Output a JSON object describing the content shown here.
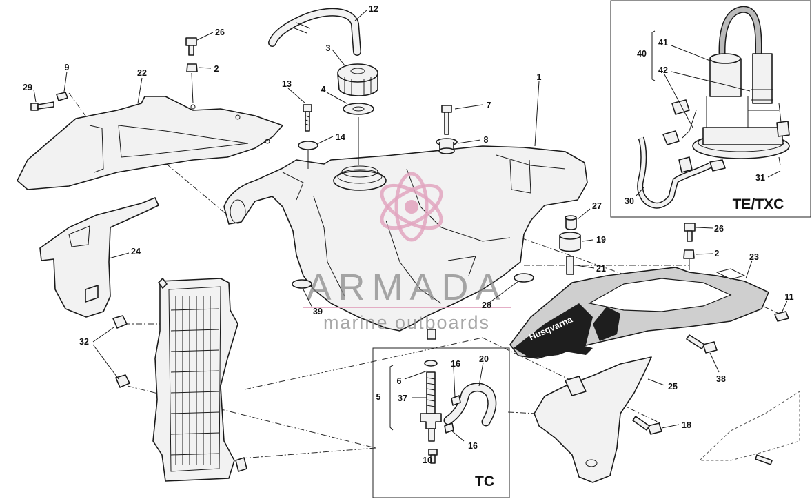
{
  "callouts": [
    {
      "id": "c12",
      "text": "12"
    },
    {
      "id": "c26a",
      "text": "26"
    },
    {
      "id": "c3",
      "text": "3"
    },
    {
      "id": "c9",
      "text": "9"
    },
    {
      "id": "c2a",
      "text": "2"
    },
    {
      "id": "c29",
      "text": "29"
    },
    {
      "id": "c22",
      "text": "22"
    },
    {
      "id": "c13",
      "text": "13"
    },
    {
      "id": "c4",
      "text": "4"
    },
    {
      "id": "c1",
      "text": "1"
    },
    {
      "id": "c7",
      "text": "7"
    },
    {
      "id": "c14",
      "text": "14"
    },
    {
      "id": "c8",
      "text": "8"
    },
    {
      "id": "c27",
      "text": "27"
    },
    {
      "id": "c19",
      "text": "19"
    },
    {
      "id": "c21",
      "text": "21"
    },
    {
      "id": "c24",
      "text": "24"
    },
    {
      "id": "c39",
      "text": "39"
    },
    {
      "id": "c28",
      "text": "28"
    },
    {
      "id": "c26b",
      "text": "26"
    },
    {
      "id": "c2b",
      "text": "2"
    },
    {
      "id": "c23",
      "text": "23"
    },
    {
      "id": "c11",
      "text": "11"
    },
    {
      "id": "c32",
      "text": "32"
    },
    {
      "id": "c38",
      "text": "38"
    },
    {
      "id": "c16a",
      "text": "16"
    },
    {
      "id": "c20",
      "text": "20"
    },
    {
      "id": "c6",
      "text": "6"
    },
    {
      "id": "c5",
      "text": "5"
    },
    {
      "id": "c37",
      "text": "37"
    },
    {
      "id": "c16b",
      "text": "16"
    },
    {
      "id": "c10",
      "text": "10"
    },
    {
      "id": "c25",
      "text": "25"
    },
    {
      "id": "c18",
      "text": "18"
    },
    {
      "id": "c41",
      "text": "41"
    },
    {
      "id": "c40",
      "text": "40"
    },
    {
      "id": "c42",
      "text": "42"
    },
    {
      "id": "c31",
      "text": "31"
    },
    {
      "id": "c30",
      "text": "30"
    }
  ],
  "inset_te_txc": {
    "label": "TE/TXC"
  },
  "inset_tc": {
    "label": "TC"
  },
  "shroud_brand": "Husqvarna",
  "watermark": {
    "line1": "ARMADA",
    "line2": "marine outboards",
    "logo_color": "#e2a6c0",
    "text_color": "#8a8a8a"
  }
}
